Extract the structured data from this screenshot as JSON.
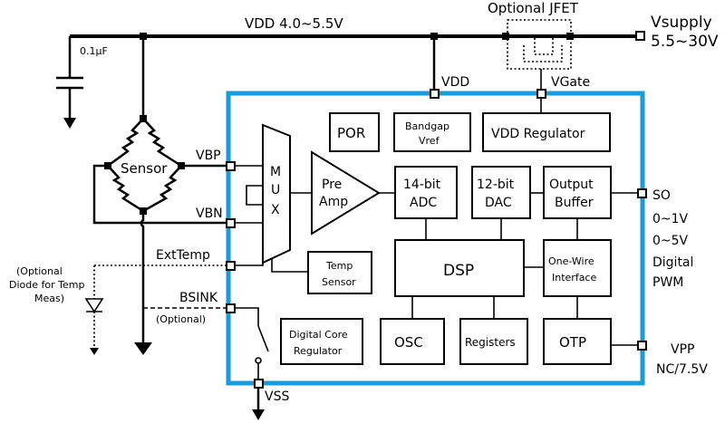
{
  "rails": {
    "vdd_rail": "VDD  4.0~5.5V",
    "cap": "0.1µF",
    "jfet": "Optional JFET",
    "vsupply": "Vsupply",
    "vsupply_range": "5.5~30V"
  },
  "pins": {
    "vdd": "VDD",
    "vgate": "VGate",
    "vbp": "VBP",
    "vbn": "VBN",
    "exttemp": "ExtTemp",
    "bsink": "BSINK",
    "bsink_note": "(Optional)",
    "vss": "VSS",
    "so": "SO",
    "so_out1": "0~1V",
    "so_out2": "0~5V",
    "so_out3": "Digital",
    "so_out4": "PWM",
    "vpp": "VPP",
    "vpp_val": "NC/7.5V"
  },
  "external": {
    "sensor": "Sensor",
    "diode_note": [
      "(Optional",
      "Diode for Temp",
      "Meas)"
    ]
  },
  "blocks": {
    "por": "POR",
    "bandgap": [
      "Bandgap",
      "Vref"
    ],
    "vdd_reg": "VDD Regulator",
    "mux": [
      "M",
      "U",
      "X"
    ],
    "preamp": [
      "Pre",
      "Amp"
    ],
    "adc": [
      "14-bit",
      "ADC"
    ],
    "dac": [
      "12-bit",
      "DAC"
    ],
    "outbuf": [
      "Output",
      "Buffer"
    ],
    "dsp": "DSP",
    "onewire": [
      "One-Wire",
      "Interface"
    ],
    "tempsensor": [
      "Temp",
      "Sensor"
    ],
    "dcreg": [
      "Digital Core",
      "Regulator"
    ],
    "osc": "OSC",
    "registers": "Registers",
    "otp": "OTP"
  },
  "colors": {
    "chip_border": "#1a9ad6",
    "lines": "#000000"
  }
}
